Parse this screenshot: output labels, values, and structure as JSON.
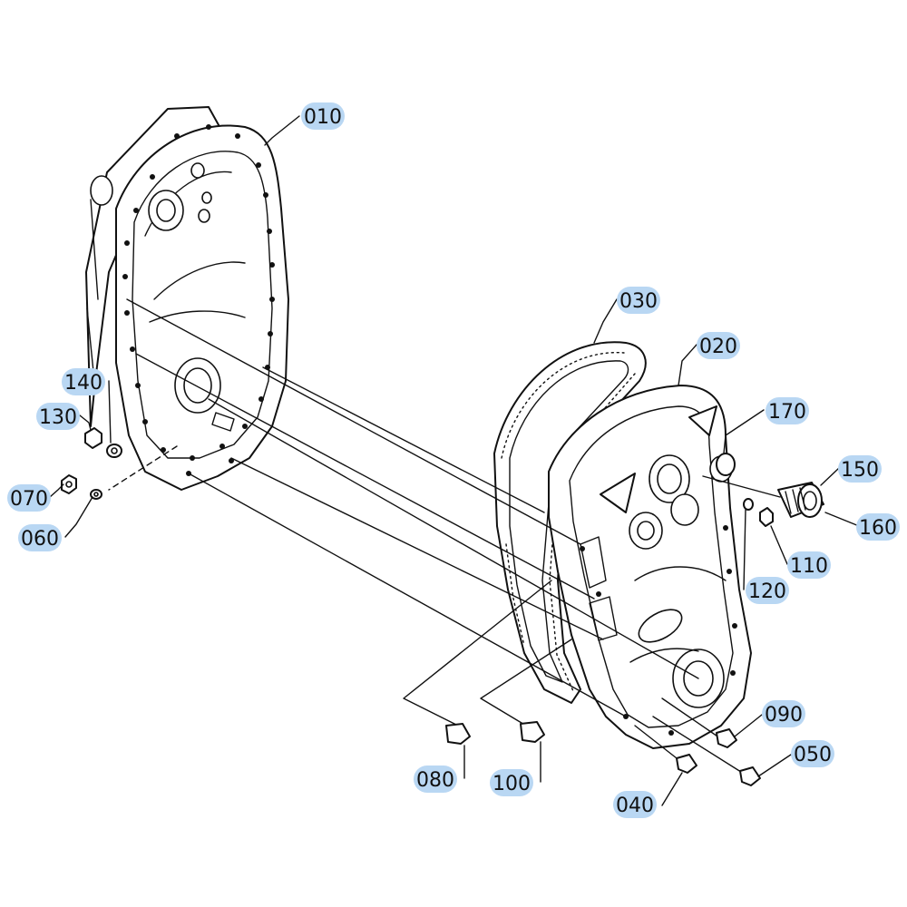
{
  "diagram": {
    "accent_color": "#b9d7f3",
    "labels": [
      "010",
      "020",
      "030",
      "040",
      "050",
      "060",
      "070",
      "080",
      "090",
      "100",
      "110",
      "120",
      "130",
      "140",
      "150",
      "160",
      "170"
    ]
  }
}
